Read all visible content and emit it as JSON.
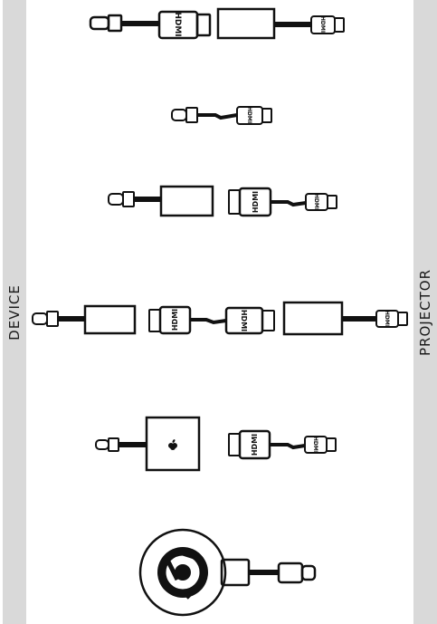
{
  "labels": {
    "device": "DEVICE",
    "projector": "PROJECTOR",
    "hdmi": "HDMI"
  },
  "icons": [
    "hdmi-plug",
    "usb-c-plug",
    "adapter-box",
    "apple-tv-box",
    "chromecast-puck"
  ],
  "colors": {
    "ink": "#111111",
    "bar": "#d9d9d9",
    "cable": "#111111",
    "background": "#ffffff"
  }
}
